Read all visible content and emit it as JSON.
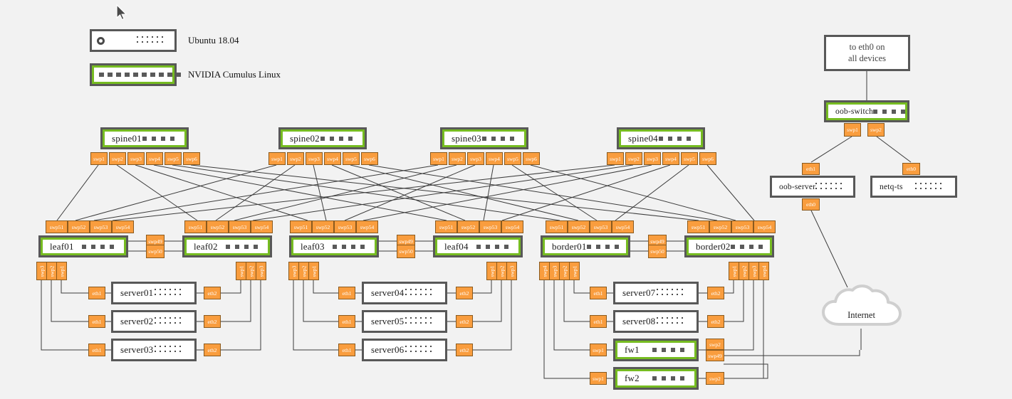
{
  "page": {
    "title": "NVIDIA Cumulus Linux Reference Topology",
    "background": "#f2f2f2",
    "accent_green": "#76bc21",
    "port_orange": "#f99d3e",
    "border_gray": "#585858"
  },
  "legend": {
    "items": [
      {
        "icon": "server-icon",
        "label": "Ubuntu 18.04",
        "style": "server"
      },
      {
        "icon": "switch-icon",
        "label": "NVIDIA Cumulus Linux",
        "style": "switch"
      }
    ]
  },
  "note": {
    "oob_note_line1": "to eth0 on",
    "oob_note_line2": "all devices"
  },
  "cloud": {
    "label": "Internet"
  },
  "spines": [
    {
      "name": "spine01",
      "ports": [
        "swp1",
        "swp2",
        "swp3",
        "swp4",
        "swp5",
        "swp6"
      ]
    },
    {
      "name": "spine02",
      "ports": [
        "swp1",
        "swp2",
        "swp3",
        "swp4",
        "swp5",
        "swp6"
      ]
    },
    {
      "name": "spine03",
      "ports": [
        "swp1",
        "swp2",
        "swp3",
        "swp4",
        "swp5",
        "swp6"
      ]
    },
    {
      "name": "spine04",
      "ports": [
        "swp1",
        "swp2",
        "swp3",
        "swp4",
        "swp5",
        "swp6"
      ]
    }
  ],
  "leaves": [
    {
      "name": "leaf01",
      "uplinks": [
        "swp51",
        "swp52",
        "swp53",
        "swp54"
      ],
      "downlinks": [
        "swp3",
        "swp2",
        "swp1"
      ]
    },
    {
      "name": "leaf02",
      "uplinks": [
        "swp51",
        "swp52",
        "swp53",
        "swp54"
      ],
      "downlinks": [
        "swp1",
        "swp2",
        "swp3"
      ]
    },
    {
      "name": "leaf03",
      "uplinks": [
        "swp51",
        "swp52",
        "swp53",
        "swp54"
      ],
      "downlinks": [
        "swp3",
        "swp2",
        "swp1"
      ]
    },
    {
      "name": "leaf04",
      "uplinks": [
        "swp51",
        "swp52",
        "swp53",
        "swp54"
      ],
      "downlinks": [
        "swp1",
        "swp2",
        "swp3"
      ]
    },
    {
      "name": "border01",
      "uplinks": [
        "swp51",
        "swp52",
        "swp53",
        "swp54"
      ],
      "downlinks": [
        "swp4",
        "swp3",
        "swp2",
        "swp1"
      ]
    },
    {
      "name": "border02",
      "uplinks": [
        "swp51",
        "swp52",
        "swp53",
        "swp54"
      ],
      "downlinks": [
        "swp1",
        "swp2",
        "swp3",
        "swp4"
      ]
    }
  ],
  "peerlinks": [
    {
      "pair": "leaf01-leaf02",
      "ports": [
        "swp49",
        "swp50"
      ]
    },
    {
      "pair": "leaf03-leaf04",
      "ports": [
        "swp49",
        "swp50"
      ]
    },
    {
      "pair": "border01-border02",
      "ports": [
        "swp49",
        "swp50"
      ]
    }
  ],
  "servers": [
    {
      "name": "server01",
      "left_port": "eth1",
      "right_port": "eth2"
    },
    {
      "name": "server02",
      "left_port": "eth1",
      "right_port": "eth2"
    },
    {
      "name": "server03",
      "left_port": "eth1",
      "right_port": "eth2"
    },
    {
      "name": "server04",
      "left_port": "eth1",
      "right_port": "eth2"
    },
    {
      "name": "server05",
      "left_port": "eth1",
      "right_port": "eth2"
    },
    {
      "name": "server06",
      "left_port": "eth1",
      "right_port": "eth2"
    },
    {
      "name": "server07",
      "left_port": "eth1",
      "right_port": "eth2"
    },
    {
      "name": "server08",
      "left_port": "eth1",
      "right_port": "eth2"
    }
  ],
  "firewalls": [
    {
      "name": "fw1",
      "left_port": "swp1",
      "right_ports": [
        "swp2",
        "swp49"
      ]
    },
    {
      "name": "fw2",
      "left_port": "swp1",
      "right_ports": [
        "swp2"
      ]
    }
  ],
  "oob": {
    "switch": {
      "name": "oob-switch",
      "ports": [
        "swp1",
        "swp2"
      ]
    },
    "server": {
      "name": "oob-server",
      "up_port": "eth1",
      "down_port": "eth0"
    },
    "netq": {
      "name": "netq-ts",
      "up_port": "eth0"
    }
  }
}
